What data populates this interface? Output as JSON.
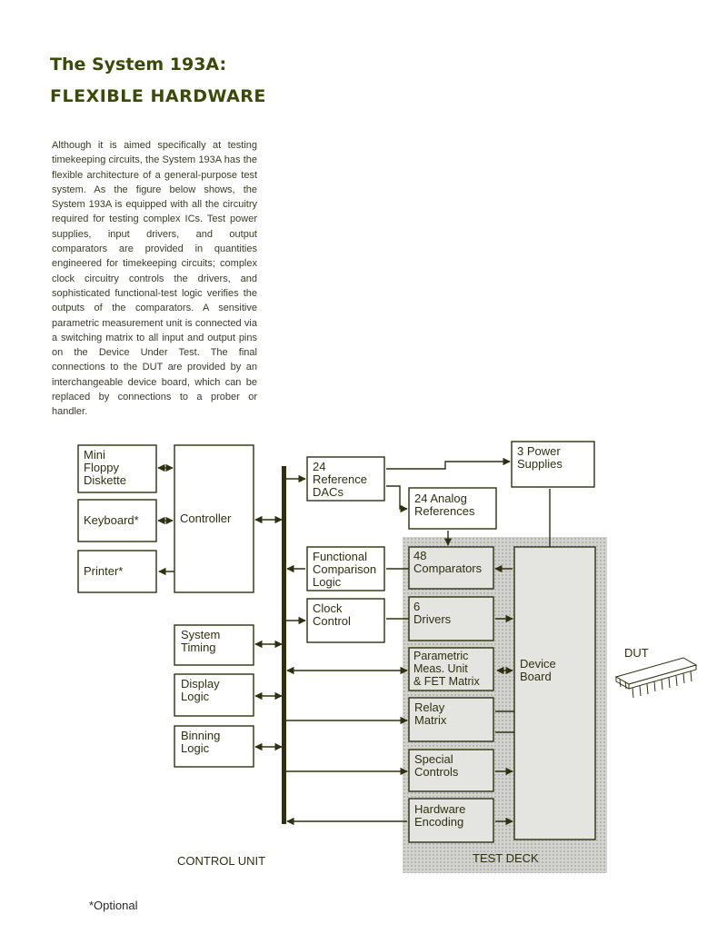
{
  "heading": {
    "line1": "The System 193A:",
    "line2": "FLEXIBLE HARDWARE"
  },
  "body": "Although it is aimed specifically at testing timekeeping circuits, the System 193A has the flexible architecture of a general-purpose test system. As the figure below shows, the System 193A is equipped with all the circuitry required for testing complex ICs. Test power supplies, input drivers, and output comparators are provided in quantities engineered for timekeeping circuits; complex clock circuitry controls the drivers, and sophisticated functional-test logic verifies the outputs of the comparators. A sensitive parametric measurement unit is connected via a switching matrix to all input and output pins on the Device Under Test. The final connections to the DUT are provided by an interchangeable device board, which can be replaced by connections to a prober or handler.",
  "diagram": {
    "blocks": {
      "floppy": [
        "Mini",
        "Floppy",
        "Diskette"
      ],
      "keyboard": [
        "Keyboard*"
      ],
      "printer": [
        "Printer*"
      ],
      "controller": [
        "Controller"
      ],
      "system_timing": [
        "System",
        "Timing"
      ],
      "display_logic": [
        "Display",
        "Logic"
      ],
      "binning_logic": [
        "Binning",
        "Logic"
      ],
      "ref_dacs": [
        "24",
        "Reference",
        "DACs"
      ],
      "power_supplies": [
        "3 Power",
        "Supplies"
      ],
      "analog_refs": [
        "24 Analog",
        "References"
      ],
      "functional_logic": [
        "Functional",
        "Comparison",
        "Logic"
      ],
      "clock_control": [
        "Clock",
        "Control"
      ],
      "comparators": [
        "48",
        "Comparators"
      ],
      "drivers": [
        "6",
        "Drivers"
      ],
      "pmu": [
        "Parametric",
        "Meas. Unit",
        "& FET Matrix"
      ],
      "relay_matrix": [
        "Relay",
        "Matrix"
      ],
      "special_controls": [
        "Special",
        "Controls"
      ],
      "hw_encoding": [
        "Hardware",
        "Encoding"
      ],
      "device_board": [
        "Device",
        "Board"
      ]
    },
    "labels": {
      "control_unit": "CONTROL UNIT",
      "test_deck": "TEST DECK",
      "dut": "DUT"
    }
  },
  "footnote": "*Optional",
  "colors": {
    "heading": "#3a4a08",
    "lines": "#2e3010",
    "test_deck_fill": "#c8c8c4"
  }
}
